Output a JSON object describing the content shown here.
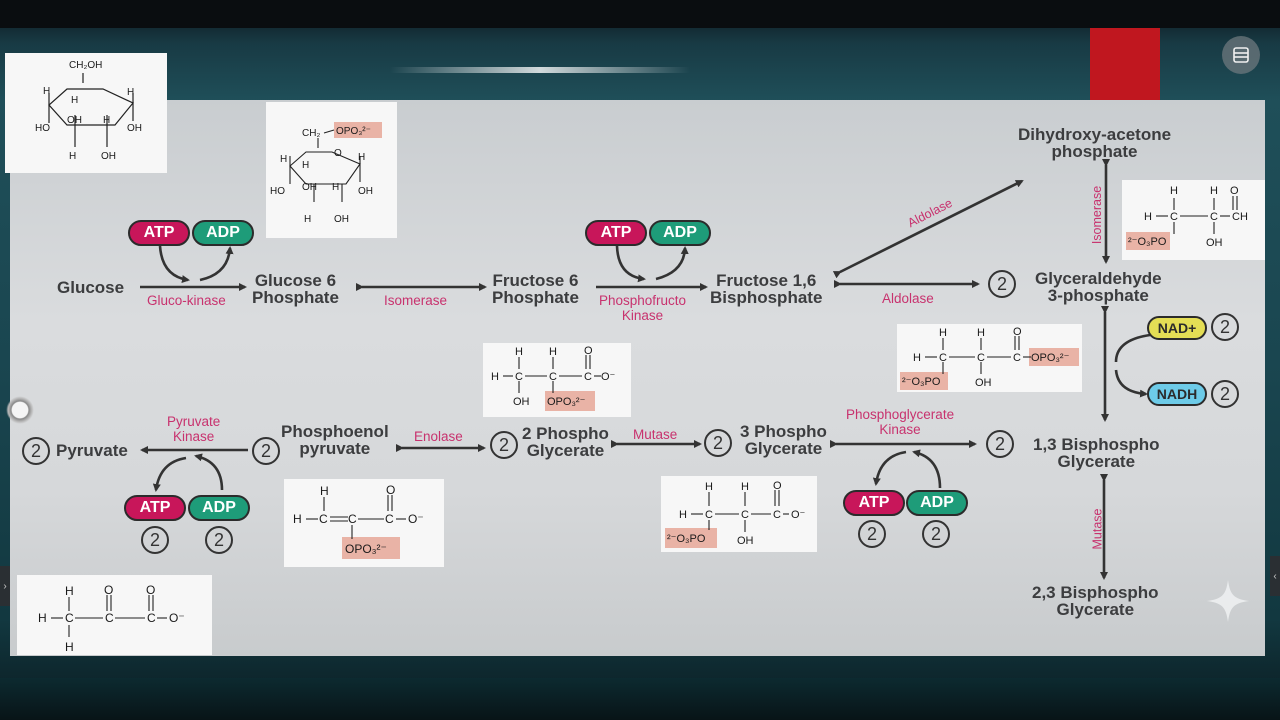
{
  "metabolites": {
    "glucose": "Glucose",
    "g6p_line1": "Glucose 6",
    "g6p_line2": "Phosphate",
    "f6p_line1": "Fructose 6",
    "f6p_line2": "Phosphate",
    "f16bp_line1": "Fructose 1,6",
    "f16bp_line2": "Bisphosphate",
    "dhap_line1": "Dihydroxy-acetone",
    "dhap_line2": "phosphate",
    "g3p_line1": "Glyceraldehyde",
    "g3p_line2": "3-phosphate",
    "bpg13_line1": "1,3 Bisphospho",
    "bpg13_line2": "Glycerate",
    "bpg23_line1": "2,3 Bisphospho",
    "bpg23_line2": "Glycerate",
    "pg3_line1": "3 Phospho",
    "pg3_line2": "Glycerate",
    "pg2_line1": "2 Phospho",
    "pg2_line2": "Glycerate",
    "pep_line1": "Phosphoenol",
    "pep_line2": "pyruvate",
    "pyruvate": "Pyruvate"
  },
  "enzymes": {
    "glucokinase": "Gluco-kinase",
    "isomerase": "Isomerase",
    "pfk_line1": "Phosphofructo",
    "pfk_line2": "Kinase",
    "aldolase_diag": "Aldolase",
    "aldolase": "Aldolase",
    "isomerase_vert": "Isomerase",
    "pgk_line1": "Phosphoglycerate",
    "pgk_line2": "Kinase",
    "mutase_vert": "Mutase",
    "mutase": "Mutase",
    "enolase": "Enolase",
    "pk_line1": "Pyruvate",
    "pk_line2": "Kinase"
  },
  "cofactors": {
    "atp": "ATP",
    "adp": "ADP",
    "nad": "NAD+",
    "nadh": "NADH",
    "two": "2"
  },
  "structures": {
    "glucose_ring": {
      "ch2oh": "CH₂OH",
      "h": "H",
      "oh": "OH",
      "ho": "HO"
    },
    "g6p_ring": {
      "ch2": "CH₂",
      "opo3": "OPO₃²⁻",
      "o": "O",
      "h": "H",
      "oh": "OH",
      "ho": "HO"
    },
    "common": {
      "h": "H",
      "c": "C",
      "o": "O",
      "oh": "OH",
      "h_c": "H–C",
      "o_minus": "O⁻",
      "opo3": "OPO₃²⁻",
      "o3po": "²⁻O₃PO",
      "ch": "CH"
    }
  },
  "colors": {
    "atp": "#c8165a",
    "adp": "#1e9c79",
    "nad": "#e4de55",
    "nadh": "#6dcbe8",
    "enzyme_text": "#c8326e",
    "phosphate_highlight": "#e9b3a6",
    "slide_bg": "#d6d8da",
    "screen_red": "#c0171f"
  },
  "ui": {
    "menu_icon": "menu-icon",
    "left_handle": "›",
    "right_handle": "‹",
    "sparkle_icon": "sparkle-icon"
  }
}
